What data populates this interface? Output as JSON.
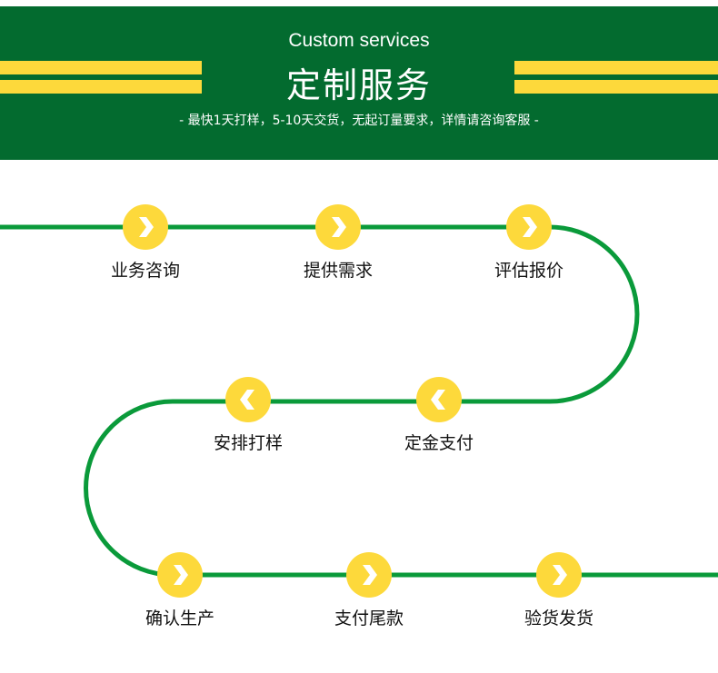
{
  "banner": {
    "title_en": "Custom services",
    "title_cn": "定制服务",
    "subtitle": "- 最快1天打样，5-10天交货，无起订量要求，详情请咨询客服 -"
  },
  "colors": {
    "banner": "#036b2f",
    "stripe": "#fdd93b",
    "path": "#0a9a3a",
    "node": "#fdd93b"
  },
  "steps": [
    {
      "label": "业务咨询",
      "dir": "right"
    },
    {
      "label": "提供需求",
      "dir": "right"
    },
    {
      "label": "评估报价",
      "dir": "right"
    },
    {
      "label": "定金支付",
      "dir": "left"
    },
    {
      "label": "安排打样",
      "dir": "left"
    },
    {
      "label": "确认生产",
      "dir": "right"
    },
    {
      "label": "支付尾款",
      "dir": "right"
    },
    {
      "label": "验货发货",
      "dir": "right"
    }
  ]
}
